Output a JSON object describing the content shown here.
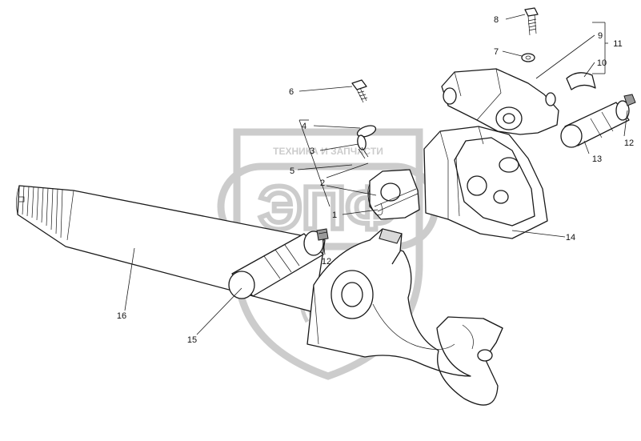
{
  "watermark": {
    "top_text": "ТЕХНИКА И ЗАПЧАСТИ",
    "letters": "ЭПФ"
  },
  "callouts": [
    {
      "id": "c1",
      "text": "1"
    },
    {
      "id": "c2",
      "text": "2"
    },
    {
      "id": "c3",
      "text": "3"
    },
    {
      "id": "c4",
      "text": "4"
    },
    {
      "id": "c5",
      "text": "5"
    },
    {
      "id": "c6",
      "text": "6"
    },
    {
      "id": "c7",
      "text": "7"
    },
    {
      "id": "c8",
      "text": "8"
    },
    {
      "id": "c9",
      "text": "9"
    },
    {
      "id": "c10",
      "text": "10"
    },
    {
      "id": "c11",
      "text": "11"
    },
    {
      "id": "c12a",
      "text": "12"
    },
    {
      "id": "c12b",
      "text": "12"
    },
    {
      "id": "c13",
      "text": "13"
    },
    {
      "id": "c14",
      "text": "14"
    },
    {
      "id": "c15",
      "text": "15"
    },
    {
      "id": "c16",
      "text": "16"
    }
  ],
  "colors": {
    "line": "#1a1a1a",
    "watermark": "#c4c4c4",
    "background": "#ffffff"
  }
}
